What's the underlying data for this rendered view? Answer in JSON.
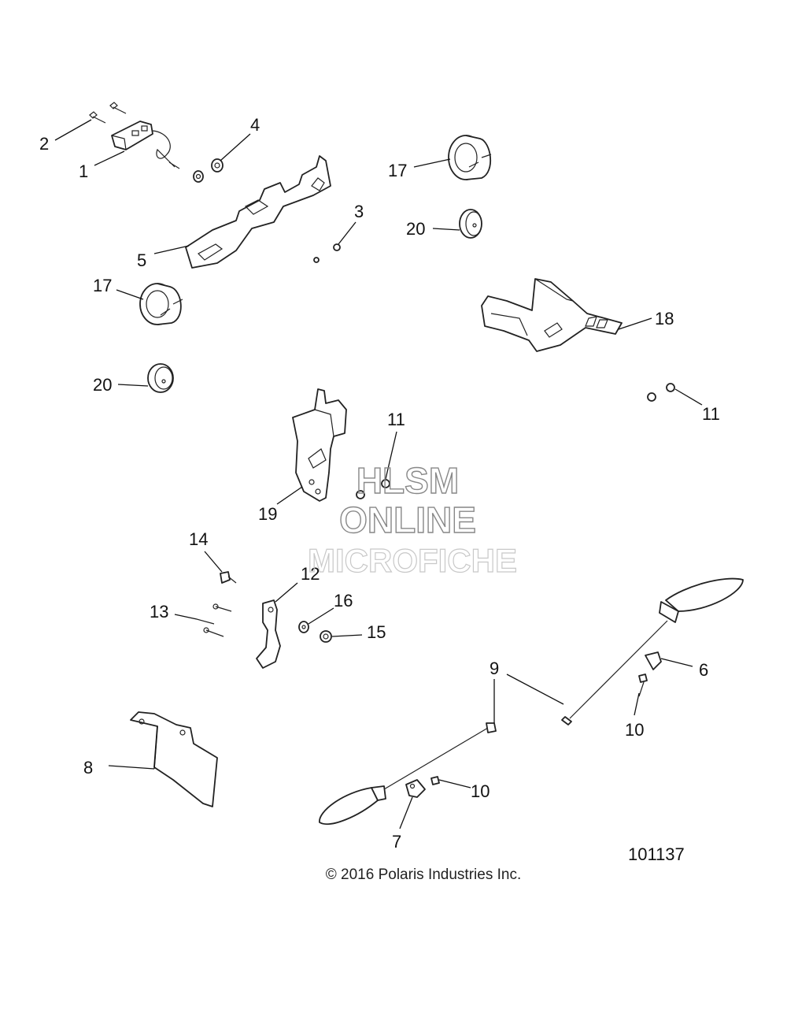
{
  "watermark": {
    "line1": "HLSM",
    "line2": "ONLINE",
    "line3": "MICROFICHE"
  },
  "callouts": {
    "c1": "1",
    "c2": "2",
    "c3": "3",
    "c4": "4",
    "c5": "5",
    "c6": "6",
    "c7": "7",
    "c8": "8",
    "c9": "9",
    "c10a": "10",
    "c10b": "10",
    "c11a": "11",
    "c11b": "11",
    "c12": "12",
    "c13": "13",
    "c14": "14",
    "c15": "15",
    "c16": "16",
    "c17a": "17",
    "c17b": "17",
    "c18": "18",
    "c19": "19",
    "c20a": "20",
    "c20b": "20"
  },
  "diagram_number": "101137",
  "copyright": "© 2016 Polaris Industries Inc."
}
